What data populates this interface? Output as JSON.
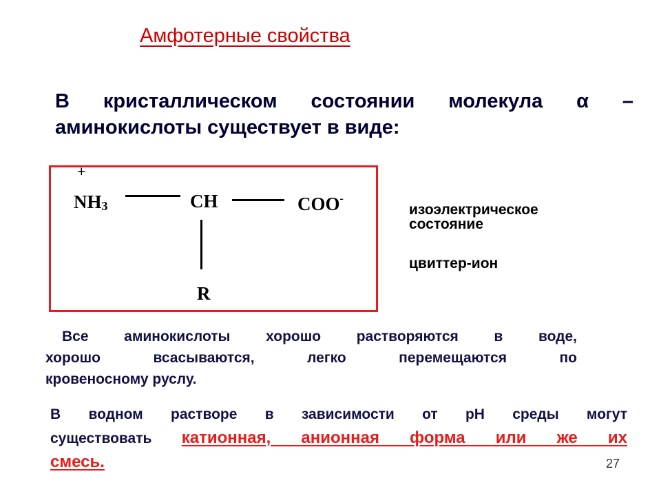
{
  "slide": {
    "title": "Амфотерные свойства",
    "intro_lines": [
      "В кристаллическом состоянии молекула α –",
      "аминокислоты существует в виде:"
    ],
    "formula": {
      "charge_plus": "+",
      "amino": "NH",
      "amino_sub": "3",
      "center": "CH",
      "carboxyl": "COO",
      "carboxyl_sup": "-",
      "radical": "R"
    },
    "side_labels": {
      "isoelectric_line1": "изоэлектрическое",
      "isoelectric_line2": "состояние",
      "zwitterion": "цвиттер-ион"
    },
    "solubility_lines": [
      "Все аминокислоты хорошо растворяются в воде,",
      "хорошо всасываются, легко перемещаются по",
      "кровеносному руслу."
    ],
    "solution": {
      "line1": "В водном растворе в зависимости от pH среды могут",
      "line2_start": "существовать ",
      "line2_red": "катионная, анионная форма или же их",
      "line3_red": "смесь."
    },
    "slide_number": "27",
    "colors": {
      "title": "#cc0000",
      "box_border": "#e81c1c",
      "highlight": "#e81c1c",
      "body_text": "#111144"
    }
  }
}
